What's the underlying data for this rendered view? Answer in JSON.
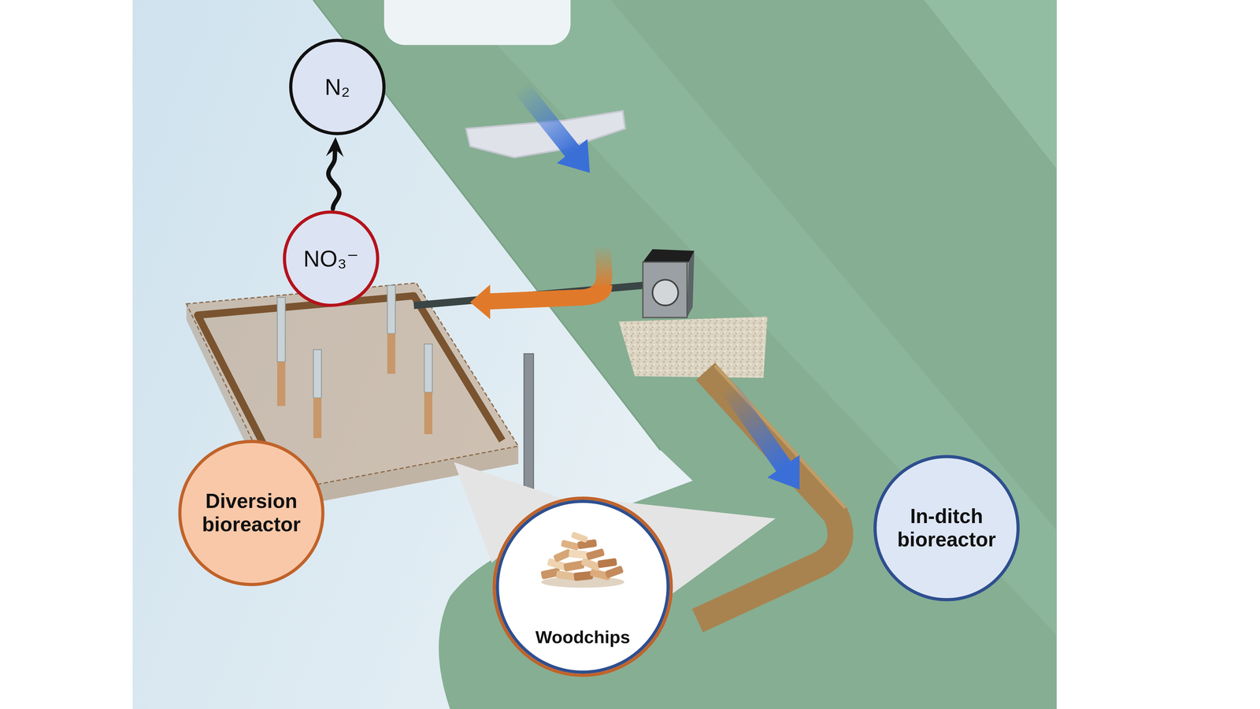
{
  "diagram": {
    "nodes": [
      {
        "text": [
          "N₂"
        ]
      },
      {
        "text": [
          "NO₃⁻"
        ]
      },
      {
        "text": [
          "Diversion bioreactor"
        ]
      },
      {
        "text": [
          "In-ditch bioreactor"
        ]
      },
      {
        "text": [
          "Woodchips"
        ]
      }
    ],
    "edges": [
      {
        "from": 1,
        "to": 0,
        "arrow": "to"
      }
    ]
  }
}
